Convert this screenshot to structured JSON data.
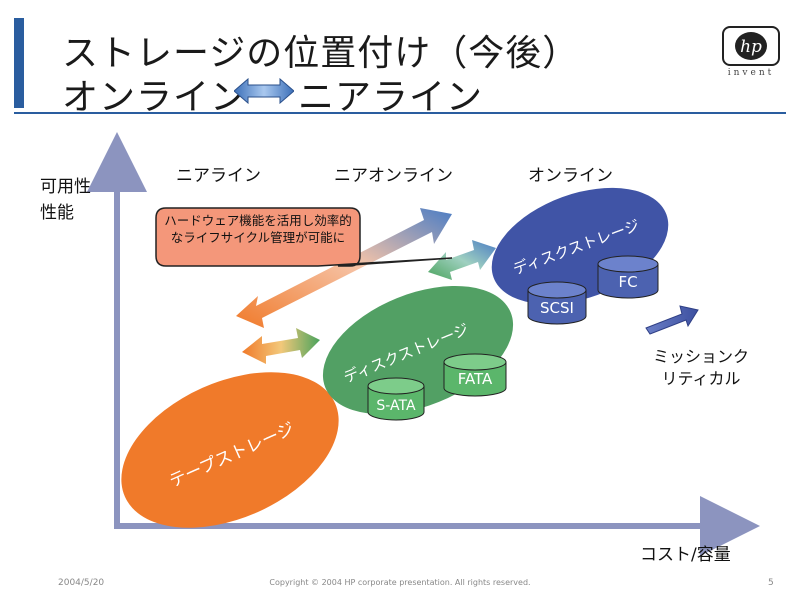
{
  "title": {
    "line1": "ストレージの位置付け（今後）",
    "line2_left": "オンライン",
    "line2_right": "ニアライン"
  },
  "logo": {
    "mark": "hp",
    "tagline": "invent"
  },
  "axes": {
    "y_label": "可用性 性能",
    "x_label": "コスト/容量"
  },
  "categories": {
    "nearline": "ニアライン",
    "near_online": "ニアオンライン",
    "online": "オンライン"
  },
  "storage": {
    "tape": "テープストレージ",
    "disk_mid": "ディスクストレージ",
    "disk_top": "ディスクストレージ"
  },
  "drives": {
    "sata": "S-ATA",
    "fata": "FATA",
    "scsi": "SCSI",
    "fc": "FC"
  },
  "callout": {
    "text": "ハードウェア機能を活用し効率的なライフサイクル管理が可能に"
  },
  "mission": {
    "text": "ミッションクリティカル"
  },
  "footer": {
    "date": "2004/5/20",
    "copyright": "Copyright © 2004 HP corporate presentation. All rights reserved.",
    "page": "5"
  },
  "colors": {
    "accent_blue": "#2a5d9f",
    "tape_orange": "#f07a2a",
    "disk_green": "#52a064",
    "disk_blue": "#4054a6",
    "drive_green": "#5bb66b",
    "drive_blue": "#4c62b0",
    "callout_fill": "#f4977a"
  },
  "icons": [
    "hp-logo-icon",
    "double-arrow-icon"
  ]
}
